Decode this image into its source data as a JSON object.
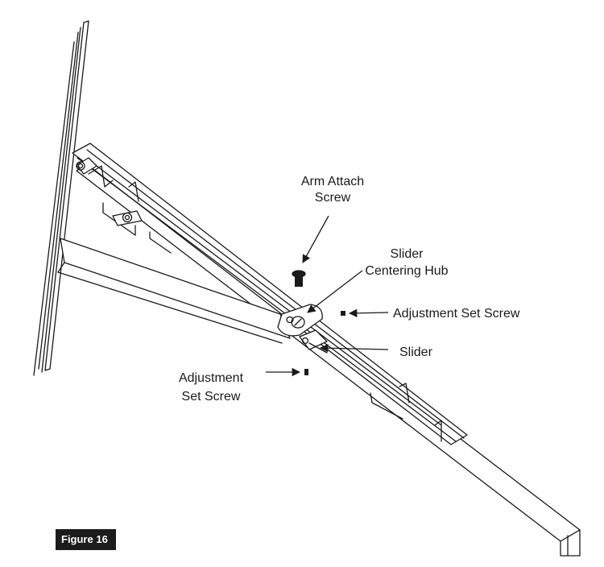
{
  "callouts": {
    "arm_attach_screw": [
      "Arm Attach",
      "Screw"
    ],
    "slider_centering_hub": [
      "Slider",
      "Centering Hub"
    ],
    "adjustment_set_screw_right": "Adjustment Set Screw",
    "slider": "Slider",
    "adjustment_set_screw_left": [
      "Adjustment",
      "Set Screw"
    ]
  },
  "figure_label": "Figure 16",
  "colors": {
    "ink": "#1a1a1a",
    "badge_bg": "#1c1c1c",
    "badge_text": "#ffffff",
    "paper": "#ffffff"
  }
}
